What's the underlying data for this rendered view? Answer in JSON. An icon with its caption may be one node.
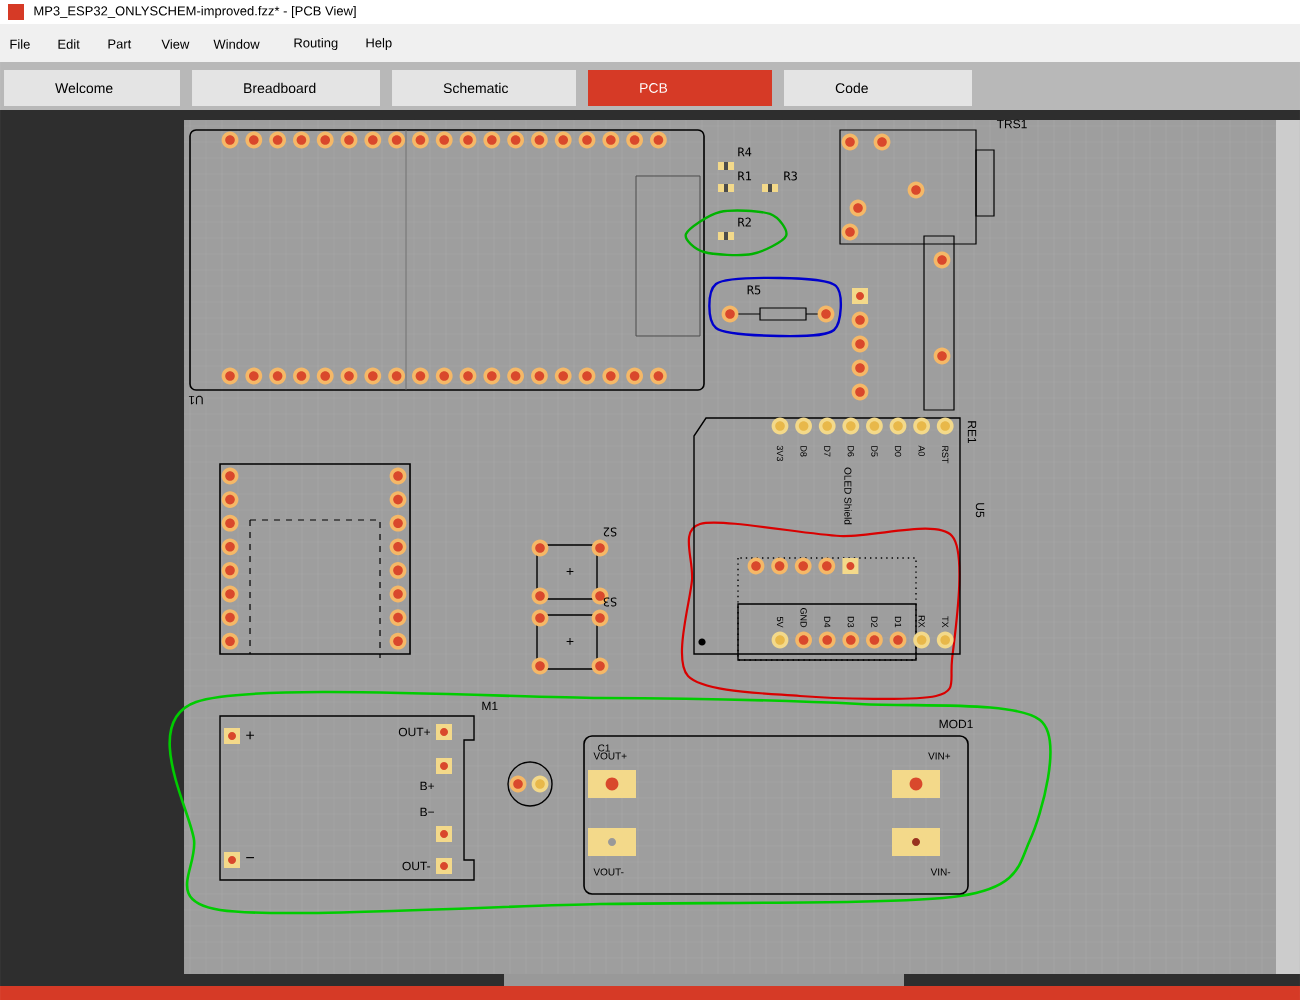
{
  "diagram": {
    "nodes": [
      {
        "text": [
          "TRS1"
        ]
      },
      {
        "text": [
          "R5"
        ]
      },
      {
        "text": [
          "RE1",
          "3V3",
          "D8",
          "D7",
          "D6",
          "D5",
          "D0",
          "A0",
          "RST",
          "OLED Shield",
          "5V",
          "GND",
          "D4",
          "D3",
          "D2",
          "D1",
          "RX",
          "TX"
        ]
      },
      {
        "text": [
          "S2",
          "+"
        ]
      },
      {
        "text": [
          "S3",
          "+"
        ]
      },
      {
        "text": [
          "M1",
          "+",
          "−",
          "OUT+",
          "B+",
          "B−",
          "OUT-"
        ]
      },
      {
        "text": [
          "MOD1",
          "C1",
          "VOUT+",
          "VIN+",
          "VOUT-",
          "VIN-"
        ]
      }
    ],
    "labels": [
      "MP3_ESP32_ONLYSCHEM-improved.fzz* - [PCB View]",
      "File",
      "Edit",
      "Part",
      "View",
      "Window",
      "Routing",
      "Help",
      "Welcome",
      "Breadboard",
      "Schematic",
      "PCB",
      "Code",
      "R4",
      "R1",
      "R3",
      "R2",
      "U1",
      "U5"
    ]
  }
}
